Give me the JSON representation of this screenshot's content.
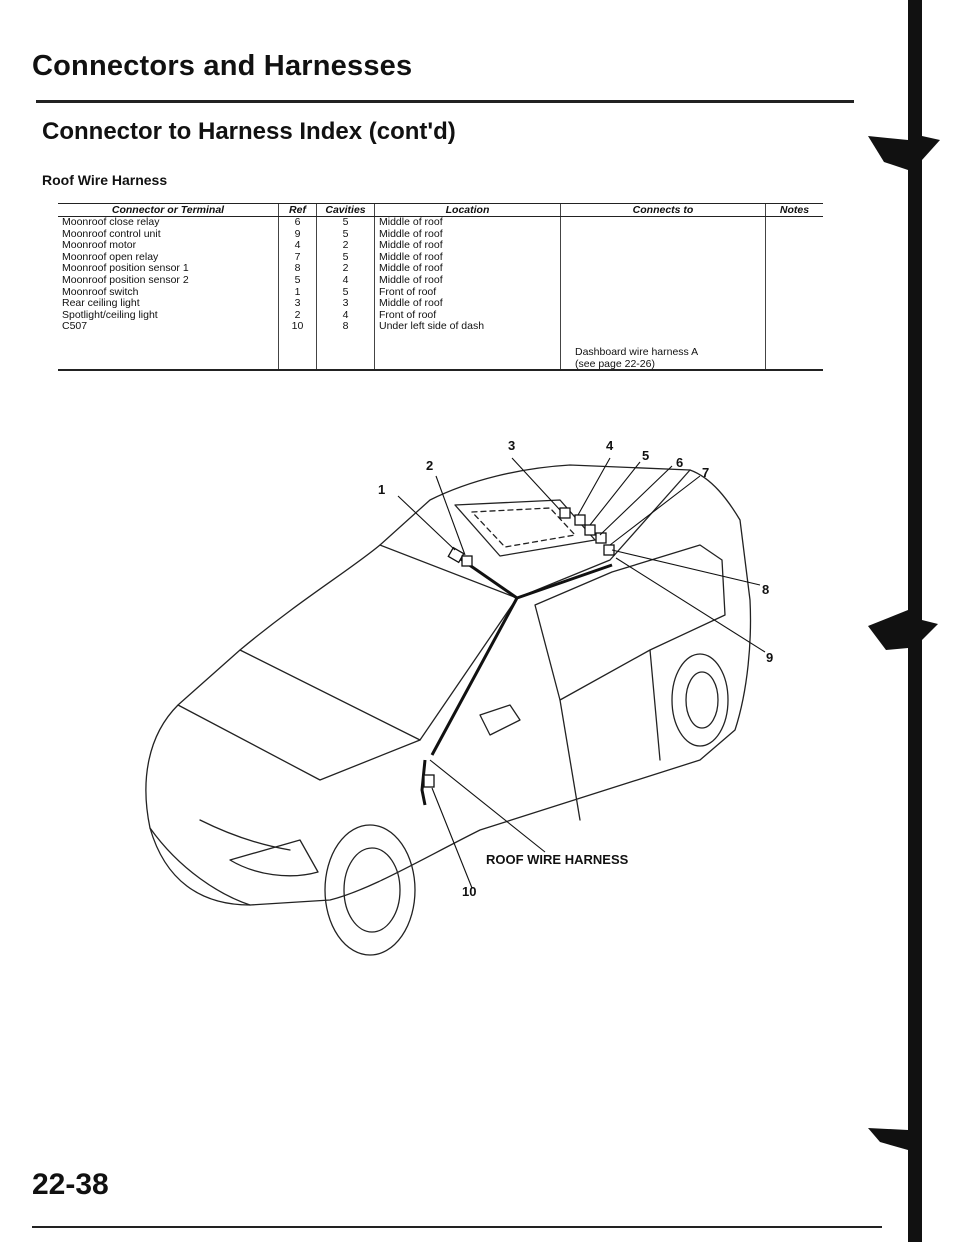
{
  "header": {
    "title": "Connectors and Harnesses",
    "subtitle": "Connector to Harness Index (cont'd)",
    "harness_name": "Roof Wire Harness"
  },
  "table": {
    "columns": [
      "Connector or Terminal",
      "Ref",
      "Cavities",
      "Location",
      "Connects to",
      "Notes"
    ],
    "rows": [
      {
        "connector": "Moonroof close relay",
        "ref": "6",
        "cavities": "5",
        "location": "Middle of roof"
      },
      {
        "connector": "Moonroof control unit",
        "ref": "9",
        "cavities": "5",
        "location": "Middle of roof"
      },
      {
        "connector": "Moonroof motor",
        "ref": "4",
        "cavities": "2",
        "location": "Middle of roof"
      },
      {
        "connector": "Moonroof open relay",
        "ref": "7",
        "cavities": "5",
        "location": "Middle of roof"
      },
      {
        "connector": "Moonroof position sensor 1",
        "ref": "8",
        "cavities": "2",
        "location": "Middle of roof"
      },
      {
        "connector": "Moonroof position sensor 2",
        "ref": "5",
        "cavities": "4",
        "location": "Middle of roof"
      },
      {
        "connector": "Moonroof switch",
        "ref": "1",
        "cavities": "5",
        "location": "Front of roof"
      },
      {
        "connector": "Rear ceiling light",
        "ref": "3",
        "cavities": "3",
        "location": "Middle of roof"
      },
      {
        "connector": "Spotlight/ceiling light",
        "ref": "2",
        "cavities": "4",
        "location": "Front of roof"
      },
      {
        "connector": "C507",
        "ref": "10",
        "cavities": "8",
        "location": "Under left side of dash"
      }
    ],
    "connects_to": "Dashboard wire harness A",
    "connects_to_ref": "(see page 22-26)"
  },
  "diagram": {
    "callouts": [
      "1",
      "2",
      "3",
      "4",
      "5",
      "6",
      "7",
      "8",
      "9",
      "10"
    ],
    "harness_label": "ROOF WIRE HARNESS"
  },
  "footer": {
    "page_number": "22-38"
  }
}
